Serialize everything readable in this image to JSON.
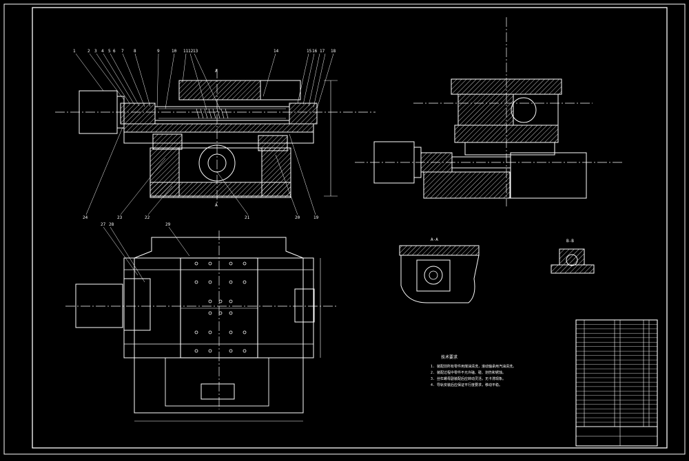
{
  "colors": {
    "background": "#000000",
    "line": "#ffffff",
    "hatch": "#ffffff"
  },
  "front_view": {
    "balloons_top": [
      "1",
      "2",
      "3",
      "4",
      "5",
      "6",
      "7",
      "8",
      "9",
      "10",
      "11",
      "12",
      "13",
      "14",
      "15",
      "16",
      "17",
      "18"
    ],
    "balloons_bottom": [
      "24",
      "23",
      "22",
      "21",
      "20",
      "19"
    ],
    "section_mark": "A"
  },
  "plan_view": {
    "balloons": [
      "27",
      "28",
      "29"
    ]
  },
  "section_aa": {
    "label": "A-A"
  },
  "section_bb": {
    "label": "B-B"
  },
  "technical_requirements": {
    "heading": "技术要求",
    "lines": [
      "1. 装配前所有零件用煤油清洗，滚动轴承用汽油清洗。",
      "2. 装配过程中零件不允许磕、碰、划伤和锈蚀。",
      "3. 丝杠螺母副装配后应转动灵活，无卡滞现象。",
      "4. 导轨安装后应保证平行度要求，移动平稳。"
    ]
  },
  "title_block": {
    "rows": 24
  }
}
